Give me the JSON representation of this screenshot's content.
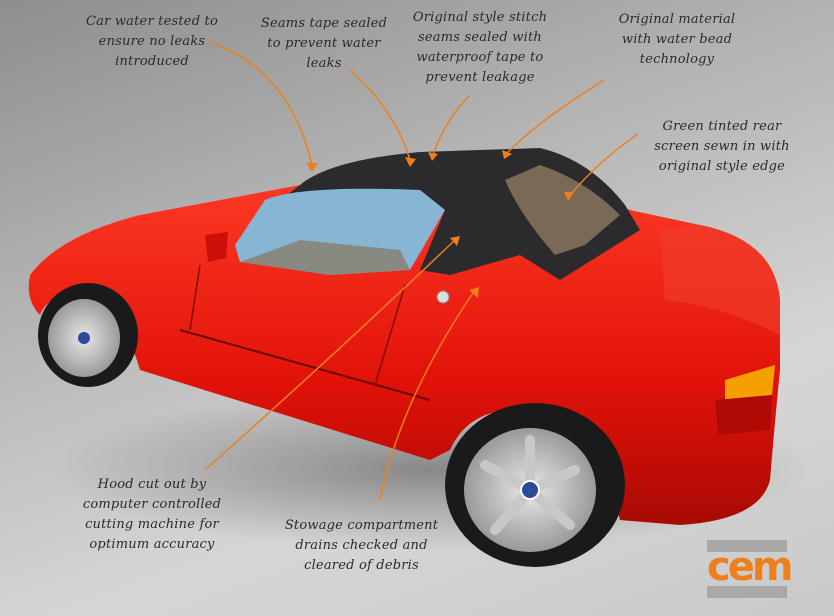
{
  "annotations": {
    "water_tested": "Car water tested to ensure no leaks introduced",
    "seams_tape": "Seams tape sealed to prevent water leaks",
    "stitch_seams": "Original style stitch seams sealed with waterproof tape to prevent leakage",
    "material": "Original material with water bead technology",
    "rear_screen": "Green tinted rear screen sewn in with original style edge",
    "hood_cut": "Hood cut out by computer controlled cutting machine for optimum accuracy",
    "stowage": "Stowage compartment drains checked and cleared of debris"
  },
  "logo": {
    "text": "cem"
  },
  "colors": {
    "arrow": "#ee7f1a",
    "car_body": "#e8150c",
    "hood": "#2b2b2d",
    "logo": "#ee7f1a"
  }
}
